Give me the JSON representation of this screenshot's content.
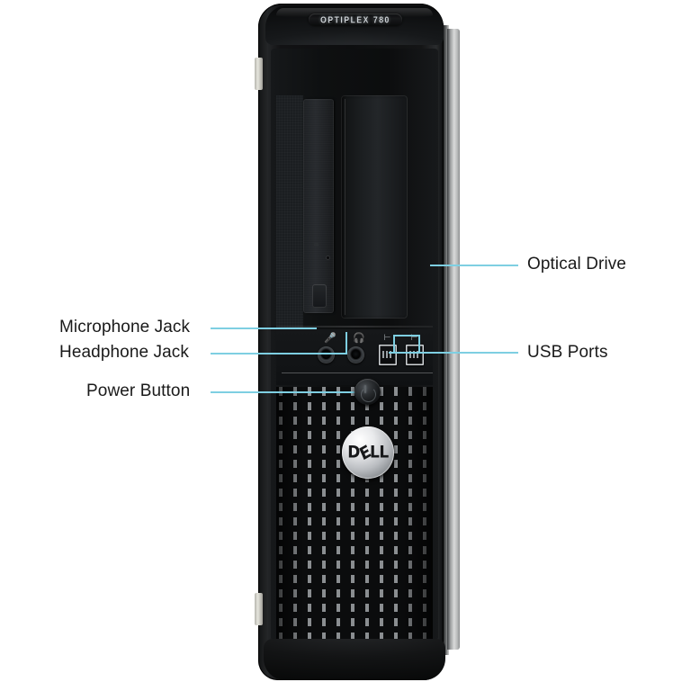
{
  "product": {
    "brand": "DELL",
    "model_badge": "OPTIPLEX 780",
    "form_factor": "desktop-small-form-factor"
  },
  "callouts": {
    "left": [
      {
        "id": "microphone-jack",
        "label": "Microphone Jack"
      },
      {
        "id": "headphone-jack",
        "label": "Headphone Jack"
      },
      {
        "id": "power-button",
        "label": "Power Button"
      }
    ],
    "right": [
      {
        "id": "optical-drive",
        "label": "Optical Drive"
      },
      {
        "id": "usb-ports",
        "label": "USB Ports"
      }
    ]
  },
  "icons": {
    "microphone": "microphone-icon",
    "headphone": "headphone-icon",
    "usb": "usb-trident-icon",
    "power": "power-symbol-icon"
  },
  "colors": {
    "background": "#ffffff",
    "leader_line": "#7ecfe2",
    "label_text": "#1a1a1a",
    "chassis_black": "#0d0e0f",
    "side_panel_gray": "#d9dada",
    "badge_silver": "#e9eaec"
  }
}
